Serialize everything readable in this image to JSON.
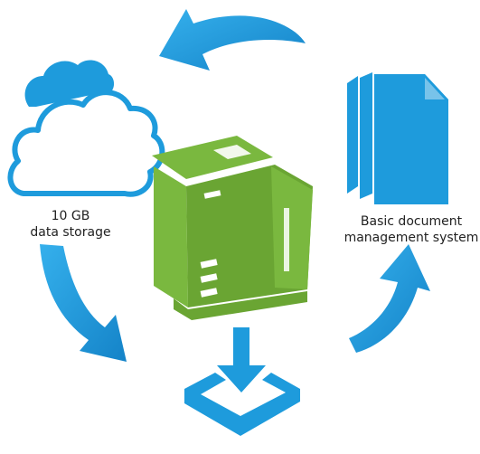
{
  "colors": {
    "arrow": "#1e9bdc",
    "cloud_outline": "#1e9bdc",
    "document": "#1e9bdc",
    "printer": "#7ab83f",
    "tray": "#1e9bdc"
  },
  "icons": {
    "cloud": "cloud-icon",
    "documents": "documents-icon",
    "printer": "printer-icon",
    "download_tray": "download-tray-icon",
    "arrows": "curved-arrow-icon"
  },
  "labels": {
    "storage_line1": "10 GB",
    "storage_line2": "data storage",
    "dms_line1": "Basic document",
    "dms_line2": "management system"
  }
}
